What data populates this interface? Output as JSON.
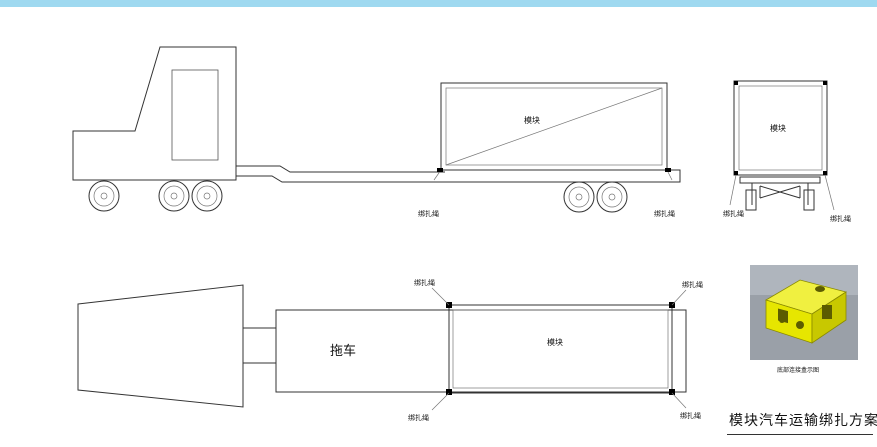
{
  "labels": {
    "module": "模块",
    "tractor": "拖车",
    "lashing_rope": "绑扎绳",
    "bottom_fitting": "底部连接盒示图",
    "plan_title": "模块汽车运输绑扎方案"
  },
  "colors": {
    "top_bar": "#9fd9f0",
    "line": "#333333",
    "bracket_yellow": "#e6e600"
  },
  "icons": [
    "bottom-connector-3d-icon"
  ]
}
